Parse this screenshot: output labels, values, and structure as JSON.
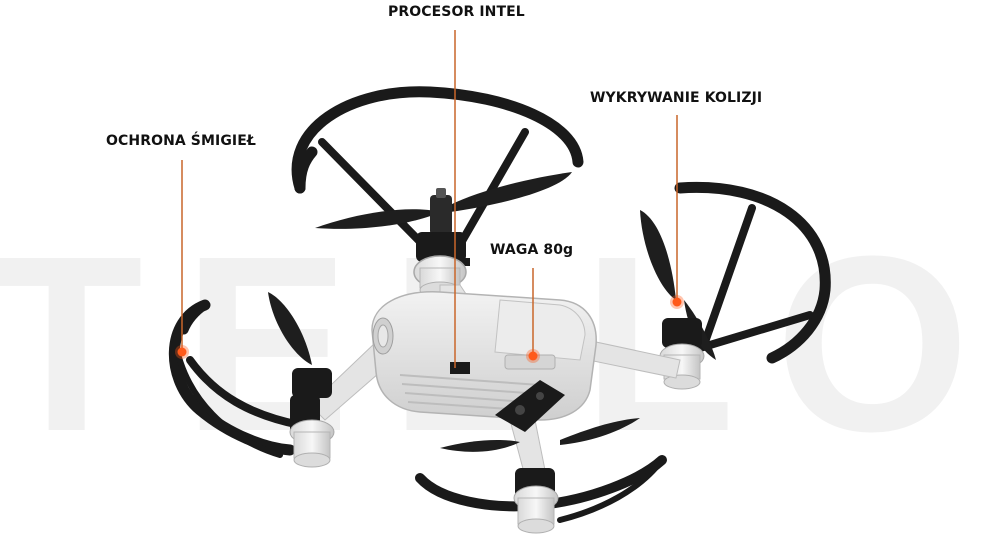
{
  "watermark": {
    "text": "TELLO",
    "color": "#f1f1f1"
  },
  "colors": {
    "accent": "#c9662a",
    "marker": "#ff5a1a",
    "frame": "#1a1a1a",
    "body": "#d8d8d8"
  },
  "callouts": [
    {
      "id": "procesor",
      "label": "PROCESOR INTEL"
    },
    {
      "id": "kolizji",
      "label": "WYKRYWANIE KOLIZJI"
    },
    {
      "id": "smigiel",
      "label": "OCHRONA ŚMIGIEŁ"
    },
    {
      "id": "waga",
      "label": "WAGA 80g"
    }
  ]
}
